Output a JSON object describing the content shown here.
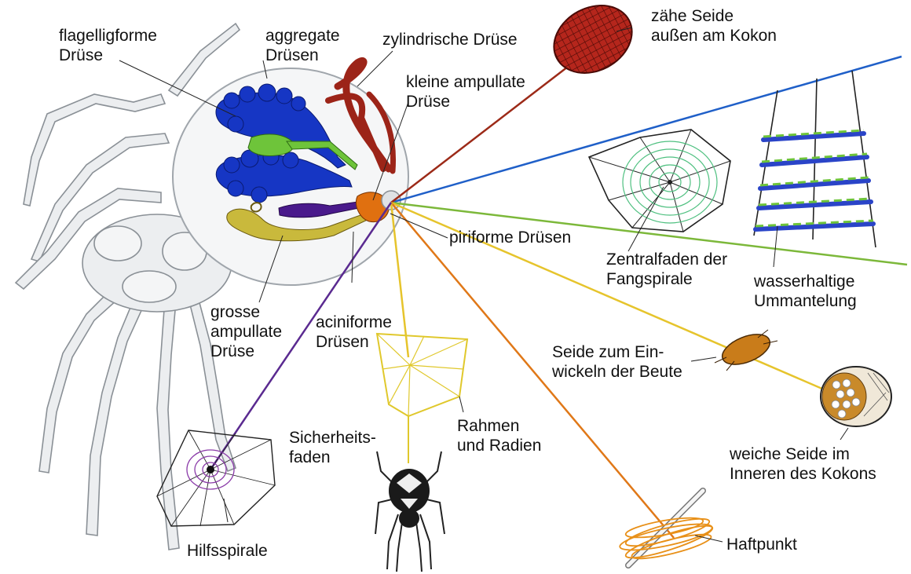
{
  "labels": {
    "flagelliform": [
      "flagelligforme",
      "Drüse"
    ],
    "aggregate": [
      "aggregate",
      "Drüsen"
    ],
    "cylindrical": "zylindrische Drüse",
    "minor_ampullate": [
      "kleine ampullate",
      "Drüse"
    ],
    "tough_silk": [
      "zähe Seide",
      "außen am Kokon"
    ],
    "piriform": "piriforme Drüsen",
    "capture_core": [
      "Zentralfaden der",
      "Fangspirale"
    ],
    "aqueous_coat": [
      "wasserhaltige",
      "Ummantelung"
    ],
    "major_ampullate": [
      "grosse",
      "ampullate",
      "Drüse"
    ],
    "aciniform": [
      "aciniforme",
      "Drüsen"
    ],
    "wrapping_silk": [
      "Seide zum Ein-",
      "wickeln der Beute"
    ],
    "soft_silk": [
      "weiche Seide im",
      "Inneren des Kokons"
    ],
    "frame_radii": [
      "Rahmen",
      "und Radien"
    ],
    "dragline": [
      "Sicherheits-",
      "faden"
    ],
    "auxiliary_spiral": "Hilfsspirale",
    "attachment_disc": "Haftpunkt"
  },
  "colors": {
    "aggregate_gland": "#1636c4",
    "flagelliform_gland": "#6ec43a",
    "cylindrical_gland": "#9c2418",
    "major_ampullate_gland": "#c9b93c",
    "minor_ampullate_gland": "#4a1a8c",
    "piriform_gland": "#e07010",
    "line_blue": "#1f5fc8",
    "line_green": "#7cb83a",
    "line_yellow": "#e6c42c",
    "line_orange": "#e07818",
    "line_purple": "#5a2a90",
    "line_brown": "#9c2a18"
  }
}
